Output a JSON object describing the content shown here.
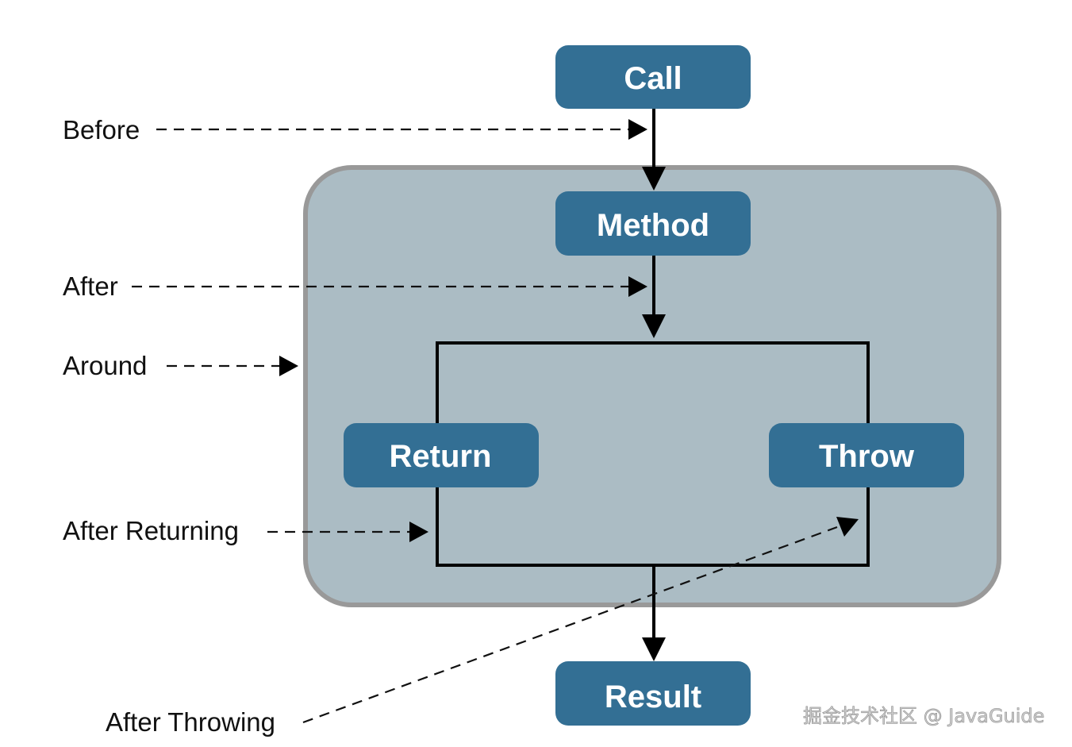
{
  "diagram": {
    "title": "Spring AOP advice types",
    "colors": {
      "box_fill": "#336f94",
      "box_text": "#ffffff",
      "container_fill": "#abbcc4",
      "container_border": "#999999",
      "line": "#000000",
      "background": "#ffffff"
    },
    "boxes": {
      "call": "Call",
      "method": "Method",
      "return": "Return",
      "throw": "Throw",
      "result": "Result"
    },
    "advice_labels": {
      "before": "Before",
      "after": "After",
      "around": "Around",
      "after_returning": "After Returning",
      "after_throwing": "After Throwing"
    },
    "flow": [
      {
        "from": "Call",
        "to": "Method"
      },
      {
        "from": "Method",
        "to": "Return/Throw block"
      },
      {
        "from": "Return/Throw block",
        "to": "Result"
      }
    ],
    "watermark": "掘金技术社区 @ JavaGuide"
  }
}
